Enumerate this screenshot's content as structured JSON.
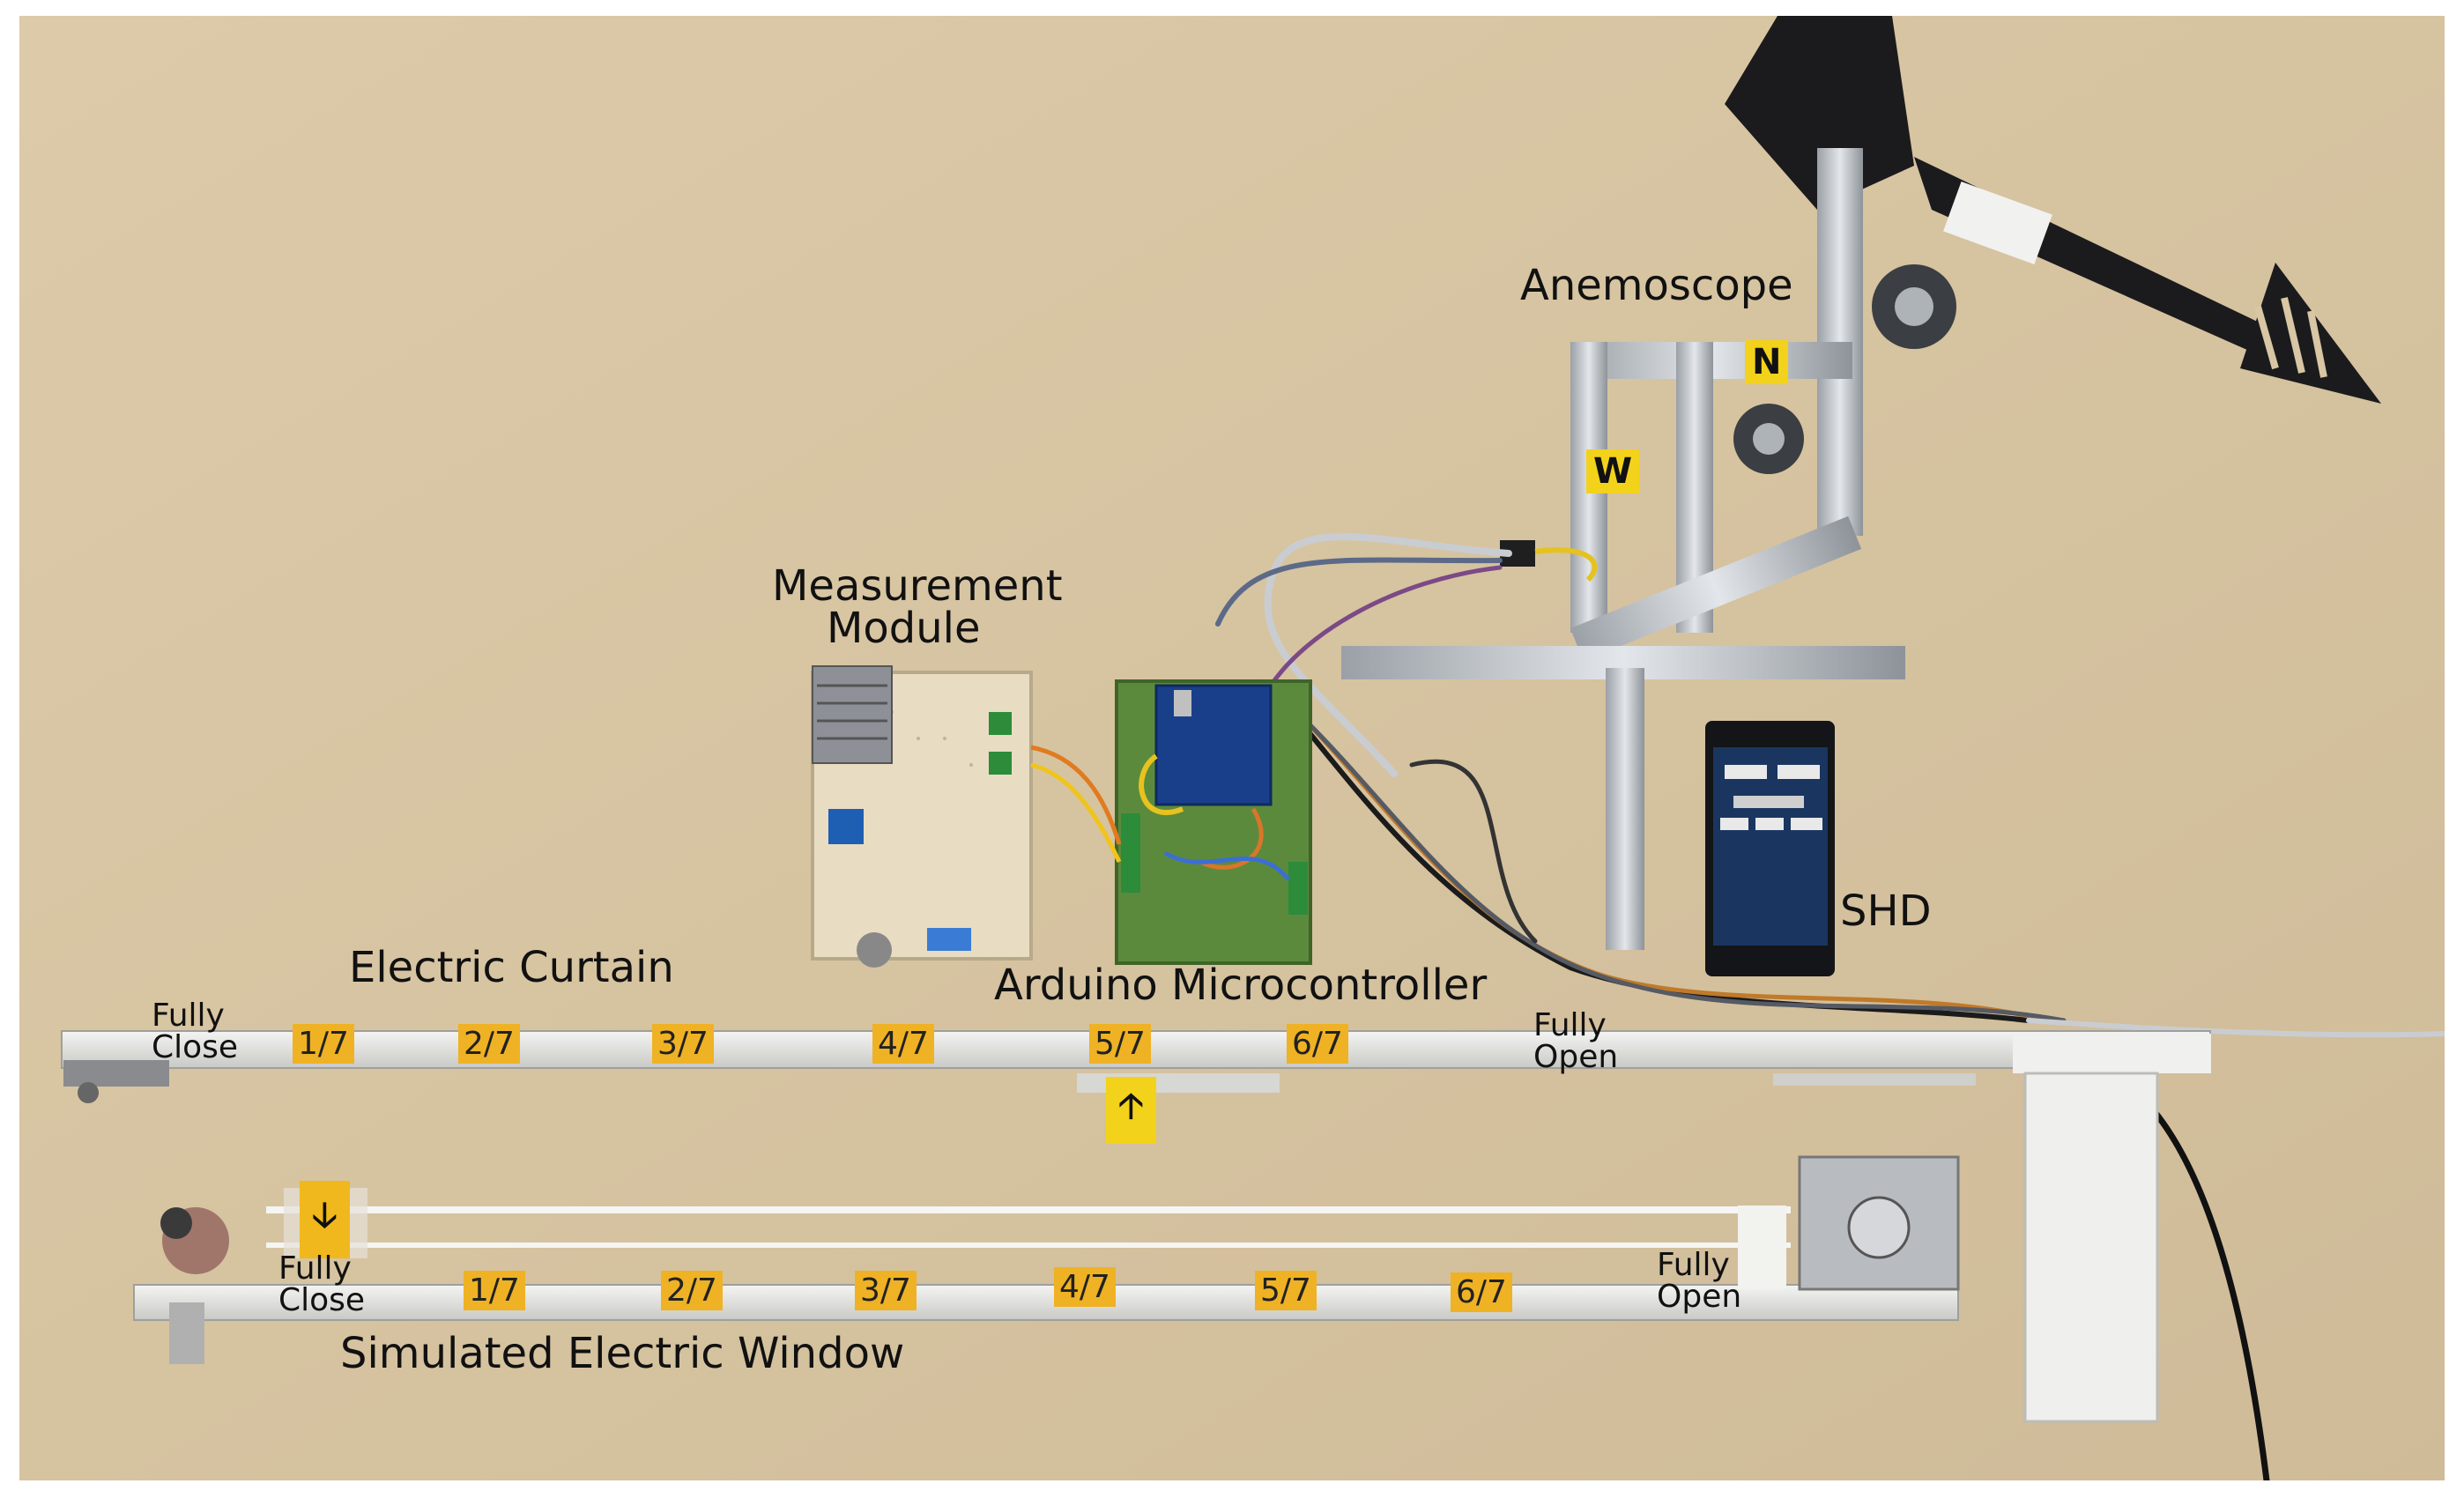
{
  "labels": {
    "anemoscope": "Anemoscope",
    "measurement_line1": "Measurement",
    "measurement_line2": "Module",
    "arduino": "Arduino Microcontroller",
    "shd": "SHD",
    "electric_curtain": "Electric Curtain",
    "simulated_window": "Simulated Electric Window",
    "fully": "Fully",
    "close": "Close",
    "open": "Open",
    "north": "N",
    "west": "W"
  },
  "curtain_marks": [
    "1/7",
    "2/7",
    "3/7",
    "4/7",
    "5/7",
    "6/7"
  ],
  "window_marks": [
    "1/7",
    "2/7",
    "3/7",
    "4/7",
    "5/7",
    "6/7"
  ],
  "colors": {
    "table": "#d8c6a4",
    "rail": "#e8e8e6",
    "marker": "#efb224",
    "direction_tag": "#f3d21b"
  },
  "icons": {
    "curtain_arrow": "arrow-up-icon",
    "window_arrow": "arrow-down-icon"
  }
}
